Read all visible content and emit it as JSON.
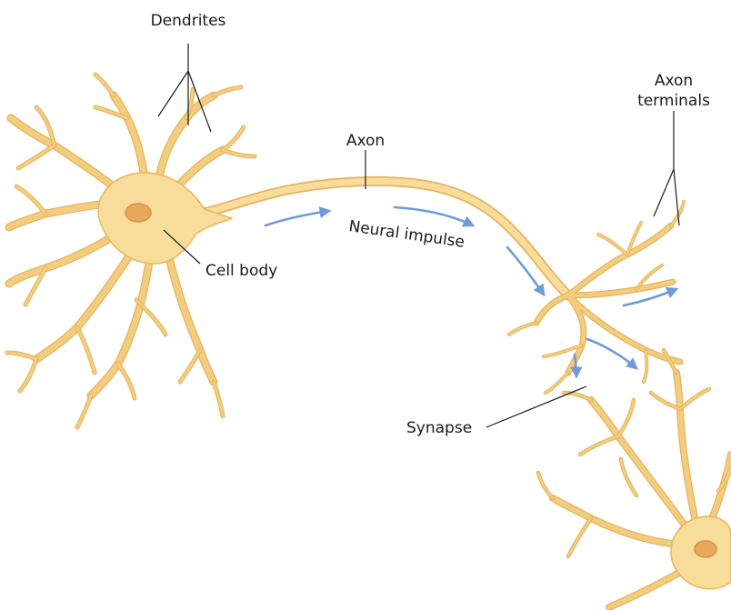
{
  "labels": {
    "dendrites": "Dendrites",
    "axon": "Axon",
    "axon_terminals_line1": "Axon",
    "axon_terminals_line2": "terminals",
    "cell_body": "Cell body",
    "neural_impulse": "Neural impulse",
    "synapse": "Synapse"
  },
  "colors": {
    "neuron_fill": "#f7dc9a",
    "neuron_outline": "#e9b864",
    "nucleus": "#e8a85a",
    "impulse_arrow": "#6f9bd8",
    "leader_line": "#1a1a1a"
  }
}
